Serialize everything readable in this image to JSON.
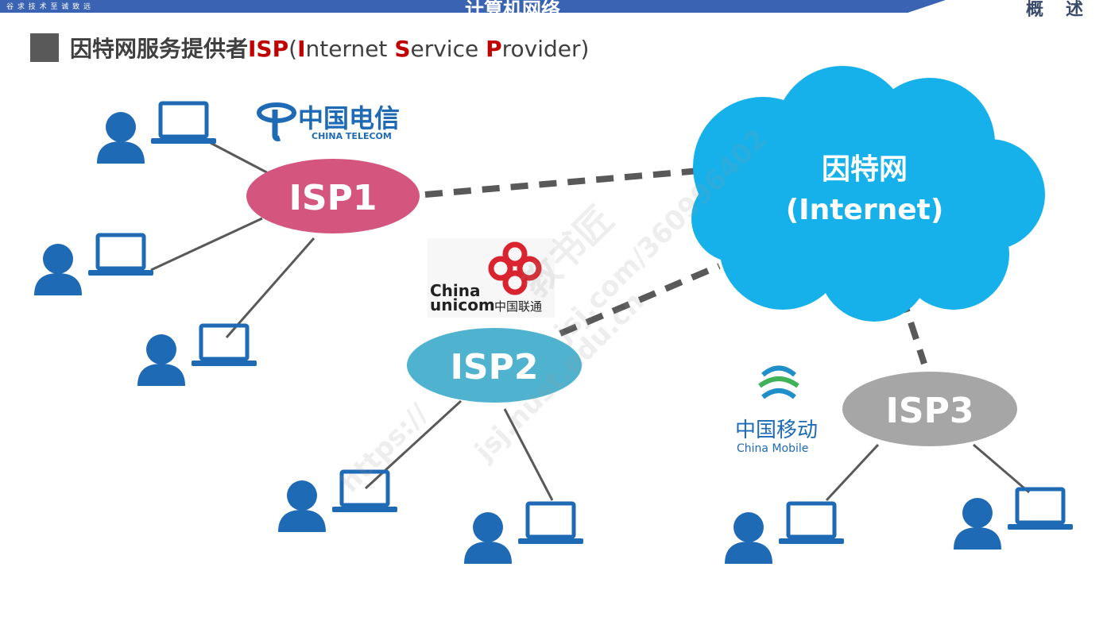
{
  "header": {
    "motto": "谷 求 技 术   至 诚 致 远",
    "title_fragment": "计算机网络",
    "nav": [
      "概",
      "述"
    ]
  },
  "heading": {
    "cn": "因特网服务提供者",
    "isp": "ISP",
    "open": "(",
    "I": "I",
    "nternet": "nternet ",
    "S": "S",
    "ervice": "ervice ",
    "P": "P",
    "rovider": "rovider)"
  },
  "diagram": {
    "internet_cn": "因特网",
    "internet_en": "(Internet)",
    "isps": [
      {
        "label": "ISP1",
        "color": "#d4567f"
      },
      {
        "label": "ISP2",
        "color": "#4fb3cf"
      },
      {
        "label": "ISP3",
        "color": "#a6a6a6"
      }
    ],
    "cloud_color": "#16b1ea",
    "user_color": "#1e6ab5"
  },
  "logos": {
    "telecom_cn": "中国电信",
    "telecom_en": "CHINA TELECOM",
    "unicom_en1": "China",
    "unicom_en2": "unicom",
    "unicom_cn": "中国联通",
    "mobile_cn": "中国移动",
    "mobile_en": "China Mobile"
  },
  "watermark": [
    "教书匠",
    "jsj.com/360996402",
    "jsj.nust.edu.cn",
    "https://"
  ]
}
